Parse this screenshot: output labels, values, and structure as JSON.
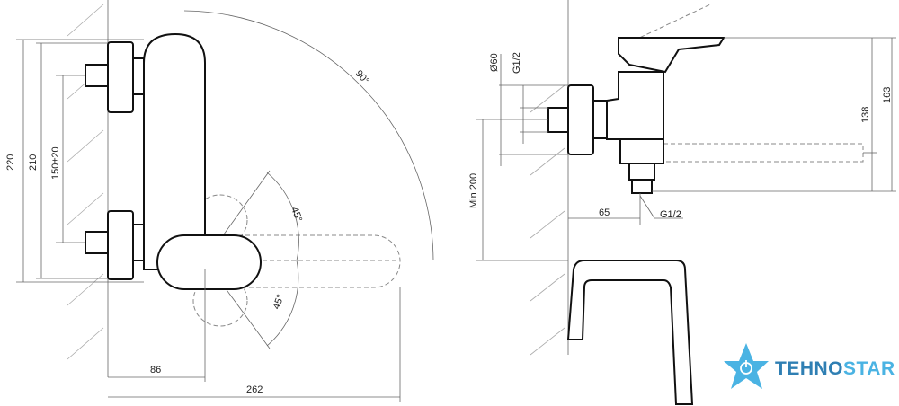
{
  "front_view": {
    "dim_height_total": "220",
    "dim_height_body": "210",
    "dim_spacing": "150±20",
    "dim_rotation": "90°",
    "dim_lever_up": "45°",
    "dim_lever_down": "45°",
    "dim_depth": "86",
    "dim_length": "262"
  },
  "side_view": {
    "dim_diameter": "Ø60",
    "dim_thread_inlet": "G1/2",
    "dim_min_height": "Min 200",
    "dim_offset": "65",
    "dim_thread_outlet": "G1/2",
    "dim_height_outlet": "138",
    "dim_height_total": "163"
  },
  "logo": {
    "text_dark": "TEHNO",
    "text_light": "STAR",
    "color_dark": "#2f7fb3",
    "color_light": "#4ab3e3"
  }
}
